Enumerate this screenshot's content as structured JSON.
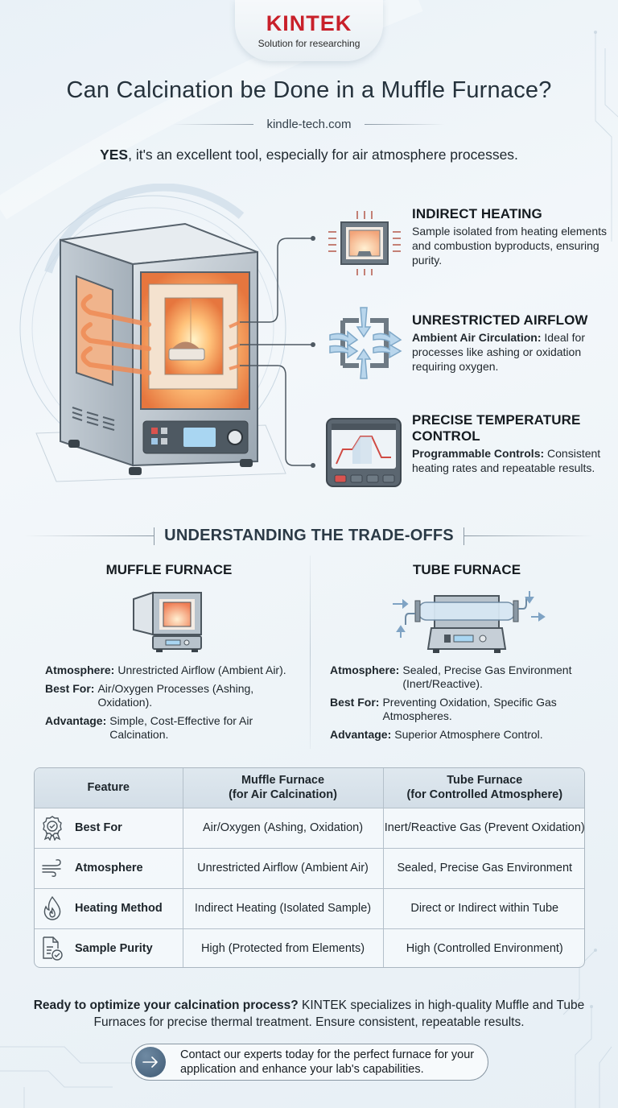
{
  "brand": {
    "logo_text": "KINTEK",
    "tagline": "Solution for researching",
    "brand_color": "#c8202a"
  },
  "header": {
    "title": "Can Calcination be Done in a Muffle Furnace?",
    "site": "kindle-tech.com",
    "answer_strong": "YES",
    "answer_rest": ", it's an excellent tool, especially for air atmosphere processes."
  },
  "features": [
    {
      "icon": "indirect-heating-icon",
      "title": "INDIRECT HEATING",
      "lead": "",
      "text": "Sample isolated from heating elements and combustion byproducts, ensuring purity."
    },
    {
      "icon": "airflow-icon",
      "title": "UNRESTRICTED AIRFLOW",
      "lead": "Ambient Air Circulation:",
      "text": " Ideal for processes like ashing or oxidation requiring oxygen."
    },
    {
      "icon": "temperature-control-icon",
      "title": "PRECISE TEMPERATURE CONTROL",
      "lead": "Programmable Controls:",
      "text": " Consistent heating rates and repeatable results."
    }
  ],
  "tradeoffs": {
    "heading": "UNDERSTANDING THE TRADE-OFFS",
    "muffle": {
      "title": "MUFFLE FURNACE",
      "specs": [
        {
          "label": "Atmosphere:",
          "value": "Unrestricted Airflow (Ambient Air)."
        },
        {
          "label": "Best For:",
          "value": "Air/Oxygen Processes (Ashing, Oxidation)."
        },
        {
          "label": "Advantage:",
          "value": "Simple, Cost-Effective for Air Calcination."
        }
      ]
    },
    "tube": {
      "title": "TUBE FURNACE",
      "specs": [
        {
          "label": "Atmosphere:",
          "value": "Sealed, Precise Gas Environment (Inert/Reactive)."
        },
        {
          "label": "Best For:",
          "value": "Preventing Oxidation, Specific Gas Atmospheres."
        },
        {
          "label": "Advantage:",
          "value": "Superior Atmosphere Control."
        }
      ]
    }
  },
  "table": {
    "headers": [
      {
        "line1": "Feature",
        "line2": ""
      },
      {
        "line1": "Muffle Furnace",
        "line2": "(for Air Calcination)"
      },
      {
        "line1": "Tube Furnace",
        "line2": "(for Controlled Atmosphere)"
      }
    ],
    "rows": [
      {
        "icon": "award-ribbon-icon",
        "feature": "Best For",
        "muffle": "Air/Oxygen (Ashing, Oxidation)",
        "tube": "Inert/Reactive Gas (Prevent Oxidation)"
      },
      {
        "icon": "wind-icon",
        "feature": "Atmosphere",
        "muffle": "Unrestricted Airflow (Ambient Air)",
        "tube": "Sealed, Precise Gas Environment"
      },
      {
        "icon": "flame-icon",
        "feature": "Heating Method",
        "muffle": "Indirect Heating (Isolated Sample)",
        "tube": "Direct or Indirect within Tube"
      },
      {
        "icon": "document-check-icon",
        "feature": "Sample Purity",
        "muffle": "High (Protected from Elements)",
        "tube": "High (Controlled Environment)"
      }
    ]
  },
  "cta": {
    "question": "Ready to optimize your calcination process?",
    "body": " KINTEK specializes in high-quality Muffle and Tube Furnaces for precise thermal treatment. Ensure consistent, repeatable results.",
    "button_label": "Contact our experts today for the perfect furnace for your application and enhance your lab's capabilities.",
    "button_icon": "arrow-right-icon"
  }
}
